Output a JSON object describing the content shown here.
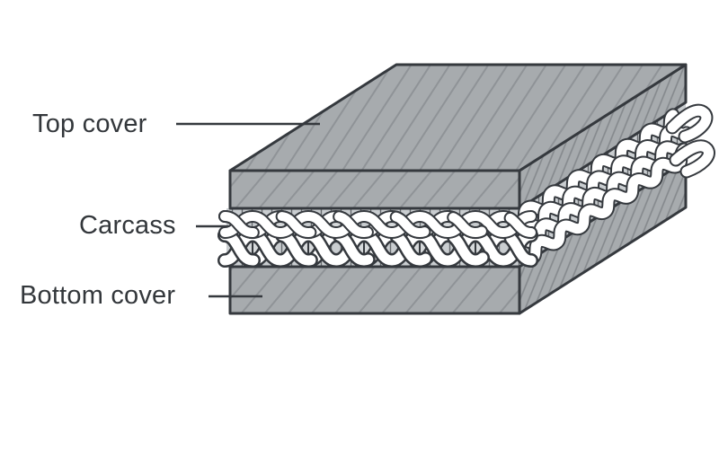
{
  "diagram": {
    "subject": "conveyor-belt-layer-structure",
    "labels": [
      {
        "id": "top-cover",
        "text": "Top cover"
      },
      {
        "id": "carcass",
        "text": "Carcass"
      },
      {
        "id": "bottom-cover",
        "text": "Bottom cover"
      }
    ]
  },
  "colors": {
    "background": "#ffffff",
    "belt_gray": "#a7abae",
    "hatch_line": "#8f9397",
    "hatch_side_line": "#84888c",
    "outline": "#35393e",
    "cord_white": "#ffffff",
    "band_bg": "#c9cdd0",
    "band_line": "#54585d",
    "eye_fill": "#d6d9db",
    "label_text": "#33373b"
  }
}
